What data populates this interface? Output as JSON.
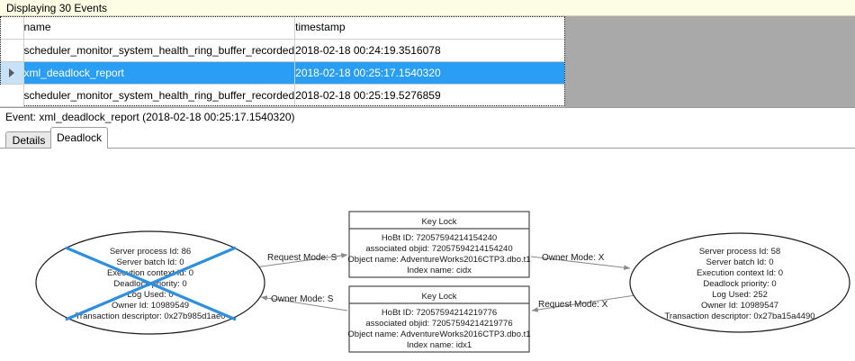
{
  "banner": {
    "text": "Displaying 30 Events"
  },
  "grid": {
    "columns": [
      "",
      "name",
      "timestamp"
    ],
    "rows": [
      {
        "selector": "",
        "name": "scheduler_monitor_system_health_ring_buffer_recorded",
        "timestamp": "2018-02-18 00:24:19.3516078",
        "selected": false
      },
      {
        "selector": "row-arrow",
        "name": "xml_deadlock_report",
        "timestamp": "2018-02-18 00:25:17.1540320",
        "selected": true
      },
      {
        "selector": "",
        "name": "scheduler_monitor_system_health_ring_buffer_recorded",
        "timestamp": "2018-02-18 00:25:19.5276859",
        "selected": false
      }
    ],
    "selection_color": "#2a9df4",
    "selector_color": "#c7e2f7",
    "empty_area_color": "#a9a9a9"
  },
  "event_header": {
    "text": "Event: xml_deadlock_report (2018-02-18 00:25:17.1540320)"
  },
  "tabs": [
    {
      "label": "Details",
      "active": false
    },
    {
      "label": "Deadlock",
      "active": true
    }
  ],
  "deadlock_graph": {
    "victim_color": "#2e8fe0",
    "processes": [
      {
        "id": "process-left",
        "is_victim": true,
        "lines": [
          "Server process Id: 86",
          "Server batch Id: 0",
          "Execution context Id: 0",
          "Deadlock priority: 0",
          "Log Used: 0",
          "Owner Id: 10989549",
          "Transaction descriptor: 0x27b985d1ae0"
        ]
      },
      {
        "id": "process-right",
        "is_victim": false,
        "lines": [
          "Server process Id: 58",
          "Server batch Id: 0",
          "Execution context Id: 0",
          "Deadlock priority: 0",
          "Log Used: 252",
          "Owner Id: 10989547",
          "Transaction descriptor: 0x27ba15a4490"
        ]
      }
    ],
    "resources": [
      {
        "id": "key-lock-top",
        "title": "Key Lock",
        "lines": [
          "HoBt ID: 72057594214154240",
          "associated objid: 72057594214154240",
          "Object name: AdventureWorks2016CTP3.dbo.t1",
          "Index name: cidx"
        ]
      },
      {
        "id": "key-lock-bottom",
        "title": "Key Lock",
        "lines": [
          "HoBt ID: 72057594214219776",
          "associated objid: 72057594214219776",
          "Object name: AdventureWorks2016CTP3.dbo.t1",
          "Index name: idx1"
        ]
      }
    ],
    "edges": [
      {
        "id": "edge-left-request",
        "label": "Request Mode: S"
      },
      {
        "id": "edge-right-owner",
        "label": "Owner Mode: X"
      },
      {
        "id": "edge-left-owner",
        "label": "Owner Mode: S"
      },
      {
        "id": "edge-right-request",
        "label": "Request Mode: X"
      }
    ]
  }
}
